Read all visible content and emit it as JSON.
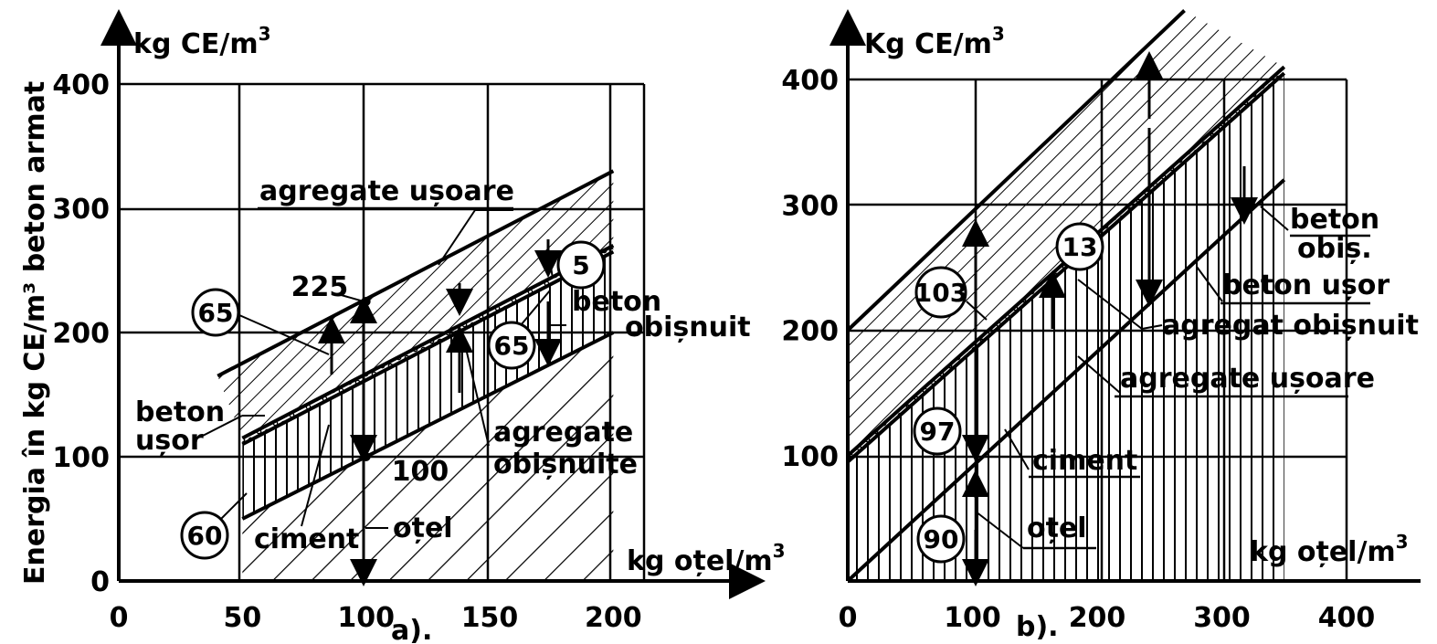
{
  "colors": {
    "ink": "#000000",
    "paper": "#ffffff"
  },
  "chart_data": [
    {
      "id": "a",
      "type": "area",
      "caption": "a).",
      "ylabel": "Energia în kg CE/m³ beton armat",
      "yunit": "kg CE/m",
      "yunit_sup": "3",
      "xunit": "kg oțel/m",
      "xunit_sup": "3",
      "xlim": [
        0,
        250
      ],
      "ylim": [
        0,
        420
      ],
      "grid": true,
      "xticks": [
        {
          "value": 0,
          "label": "0"
        },
        {
          "value": 50,
          "label": "50"
        },
        {
          "value": 100,
          "label": "100"
        },
        {
          "value": 150,
          "label": "150"
        },
        {
          "value": 200,
          "label": "200"
        }
      ],
      "yticks": [
        {
          "value": 0,
          "label": "0"
        },
        {
          "value": 100,
          "label": "100"
        },
        {
          "value": 200,
          "label": "200"
        },
        {
          "value": 300,
          "label": "300"
        },
        {
          "value": 400,
          "label": "400"
        }
      ],
      "lines": [
        {
          "name": "oțel",
          "x": [
            50,
            200
          ],
          "y": [
            50,
            200
          ]
        },
        {
          "name": "beton obișnuit",
          "x": [
            50,
            200
          ],
          "y": [
            110,
            265
          ]
        },
        {
          "name": "beton ușor",
          "x": [
            50,
            200
          ],
          "y": [
            115,
            270
          ]
        },
        {
          "name": "agregate ușoare",
          "x": [
            40,
            200
          ],
          "y": [
            165,
            330
          ]
        }
      ],
      "values": [
        {
          "label": "225",
          "x": 100,
          "y": 225
        },
        {
          "label": "100",
          "x": 100,
          "y": 100
        }
      ],
      "annotations": [
        {
          "text": "agregate ușoare"
        },
        {
          "text": "beton"
        },
        {
          "text": "obișnuit"
        },
        {
          "text": "beton"
        },
        {
          "text": "ușor"
        },
        {
          "text": "agregate"
        },
        {
          "text": "obișnuite"
        },
        {
          "text": "ciment"
        },
        {
          "text": "oțel"
        }
      ],
      "circled_values": [
        "65",
        "5",
        "65",
        "60"
      ]
    },
    {
      "id": "b",
      "type": "area",
      "caption": "b).",
      "yunit": "Kg CE/m",
      "yunit_sup": "3",
      "xunit": "kg oțel/m",
      "xunit_sup": "3",
      "xlim": [
        0,
        440
      ],
      "ylim": [
        0,
        430
      ],
      "grid": true,
      "xticks": [
        {
          "value": 0,
          "label": "0"
        },
        {
          "value": 100,
          "label": "100"
        },
        {
          "value": 200,
          "label": "200"
        },
        {
          "value": 300,
          "label": "300"
        },
        {
          "value": 400,
          "label": "400"
        }
      ],
      "yticks": [
        {
          "value": 100,
          "label": "100"
        },
        {
          "value": 200,
          "label": "200"
        },
        {
          "value": 300,
          "label": "300"
        },
        {
          "value": 400,
          "label": "400"
        }
      ],
      "lines": [
        {
          "name": "oțel",
          "x": [
            0,
            350
          ],
          "y": [
            0,
            320
          ]
        },
        {
          "name": "beton obiș.",
          "x": [
            0,
            350
          ],
          "y": [
            95,
            405
          ]
        },
        {
          "name": "beton ușor",
          "x": [
            0,
            350
          ],
          "y": [
            100,
            410
          ]
        },
        {
          "name": "agregate ușoare",
          "x": [
            0,
            270
          ],
          "y": [
            200,
            455
          ]
        }
      ],
      "annotations": [
        {
          "text": "beton"
        },
        {
          "text": "obiș."
        },
        {
          "text": "beton ușor"
        },
        {
          "text": "agregat obișnuit"
        },
        {
          "text": "agregate ușoare"
        },
        {
          "text": "ciment"
        },
        {
          "text": "oțel"
        }
      ],
      "circled_values": [
        "103",
        "13",
        "97",
        "90"
      ]
    }
  ]
}
